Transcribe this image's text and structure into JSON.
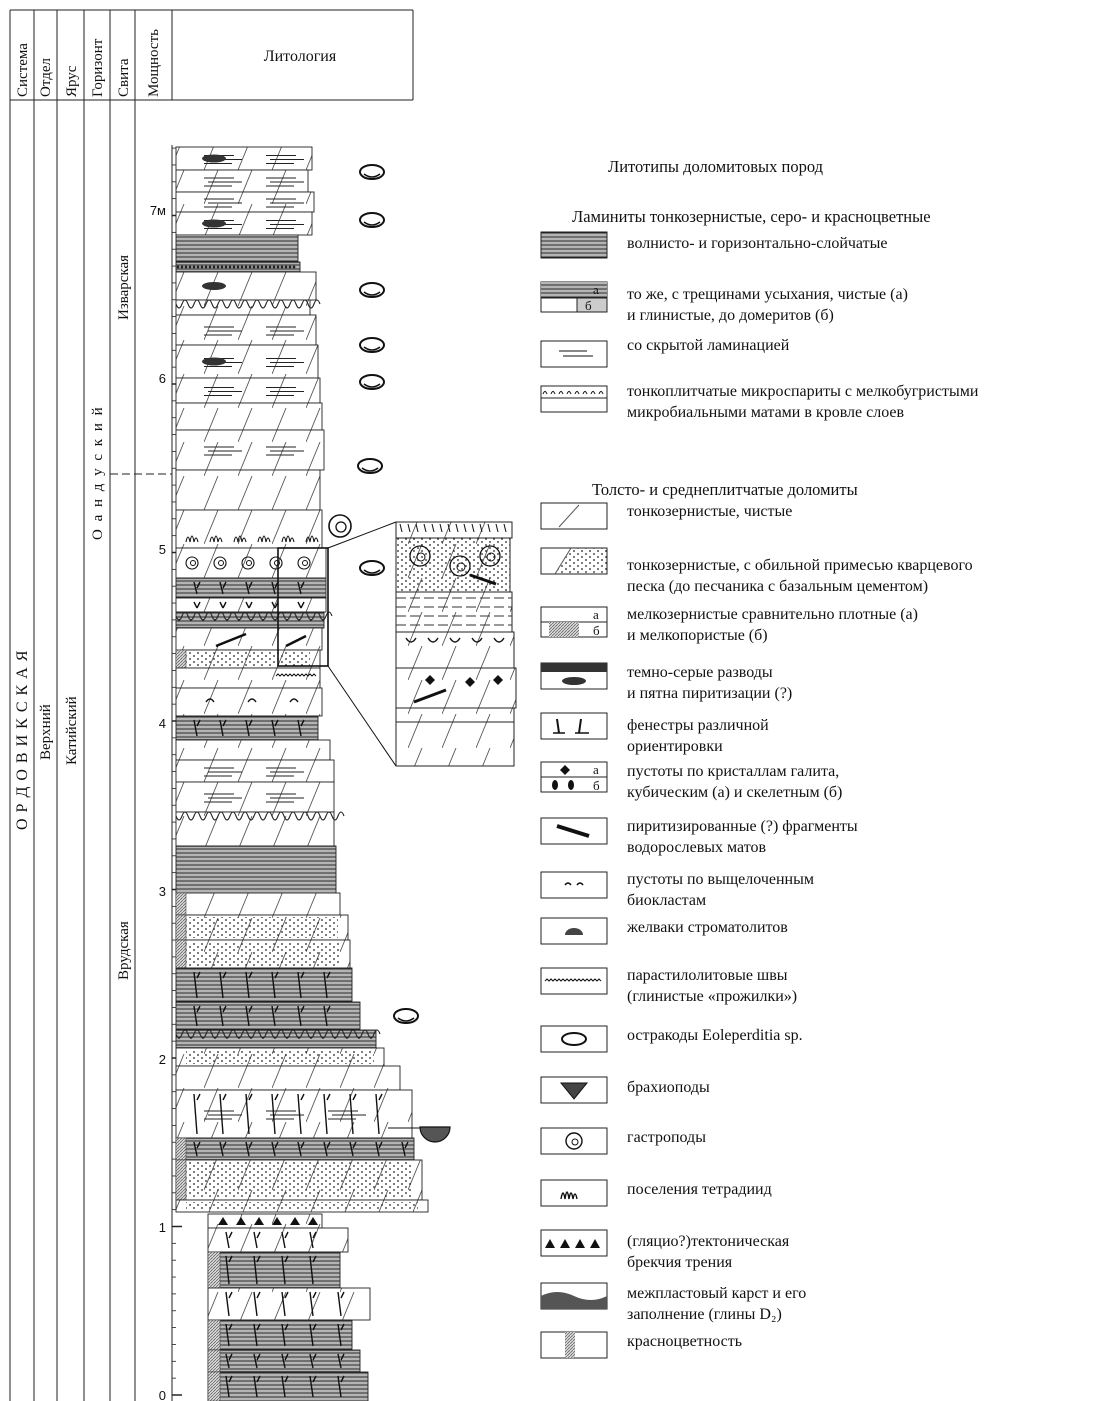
{
  "header": {
    "columns": [
      "Система",
      "Отдел",
      "Ярус",
      "Горизонт",
      "Свита",
      "Мощность"
    ],
    "lithology": "Литология"
  },
  "strat": {
    "system": "О Р Д О В И К С К А Я",
    "series": "Верхний",
    "stage": "Катийский",
    "horizon": "О а н д у с к и й",
    "suite_upper": "Изварская",
    "suite_lower": "Врудская"
  },
  "scale": {
    "ticks": [
      "0",
      "1",
      "2",
      "3",
      "4",
      "5",
      "6",
      "7м"
    ]
  },
  "legend": {
    "title": "Литотипы доломитовых пород",
    "group1": "Ламиниты тонкозернистые, серо- и красноцветные",
    "group2": "Толсто- и среднеплитчатые доломиты",
    "items": [
      {
        "lines": [
          "волнисто- и горизонтально-слойчатые"
        ],
        "icon": "wavy-laminite-icon"
      },
      {
        "lines": [
          "то же, с трещинами усыхания, чистые (а)",
          "и глинистые, до домеритов (б)"
        ],
        "icon": "desiccation-cracks-icon",
        "tags": [
          "а",
          "б"
        ]
      },
      {
        "lines": [
          "со скрытой ламинацией"
        ],
        "icon": "hidden-lamination-icon"
      },
      {
        "lines": [
          "тонкоплитчатые микроспариты с мелкобугристыми",
          "микробиальными матами  в кровле слоев"
        ],
        "icon": "microbial-mat-icon"
      },
      {
        "lines": [
          "тонкозернистые, чистые"
        ],
        "icon": "fine-dolomite-icon"
      },
      {
        "lines": [
          "тонкозернистые, с обильной примесью кварцевого",
          "песка (до песчаника с базальным цементом)"
        ],
        "icon": "sandy-dolomite-icon"
      },
      {
        "lines": [
          "мелкозернистые сравнительно плотные (а)",
          "и мелкопористые (б)"
        ],
        "icon": "porous-dolomite-icon",
        "tags": [
          "а",
          "б"
        ]
      },
      {
        "lines": [
          "темно-серые разводы",
          "и пятна пиритизации (?)"
        ],
        "icon": "pyrite-spots-icon"
      },
      {
        "lines": [
          "фенестры различной",
          "ориентировки"
        ],
        "icon": "fenestrae-icon"
      },
      {
        "lines": [
          "пустоты по кристаллам галита,",
          "кубическим (а) и скелетным (б)"
        ],
        "icon": "halite-voids-icon",
        "tags": [
          "а",
          "б"
        ]
      },
      {
        "lines": [
          "пиритизированные (?) фрагменты",
          "водорослевых матов"
        ],
        "icon": "algal-mat-fragment-icon"
      },
      {
        "lines": [
          "пустоты по выщелоченным",
          "биокластам"
        ],
        "icon": "bioclast-voids-icon"
      },
      {
        "lines": [
          "желваки строматолитов"
        ],
        "icon": "stromatolite-icon"
      },
      {
        "lines": [
          "парастилолитовые швы",
          "(глинистые «прожилки»)"
        ],
        "icon": "stylolite-icon"
      },
      {
        "lines": [
          "остракоды Eoleperditia sp."
        ],
        "icon": "ostracod-icon"
      },
      {
        "lines": [
          "брахиоподы"
        ],
        "icon": "brachiopod-icon"
      },
      {
        "lines": [
          "гастроподы"
        ],
        "icon": "gastropod-icon"
      },
      {
        "lines": [
          "поселения тетрадиид"
        ],
        "icon": "tetradiid-icon"
      },
      {
        "lines": [
          "(гляцио?)тектоническая",
          "брекчия трения"
        ],
        "icon": "breccia-icon"
      },
      {
        "lines": [
          "межпластовый карст и его",
          "заполнение (глины D₂)"
        ],
        "icon": "karst-icon"
      },
      {
        "lines": [
          "красноцветность"
        ],
        "icon": "red-color-icon"
      }
    ]
  }
}
